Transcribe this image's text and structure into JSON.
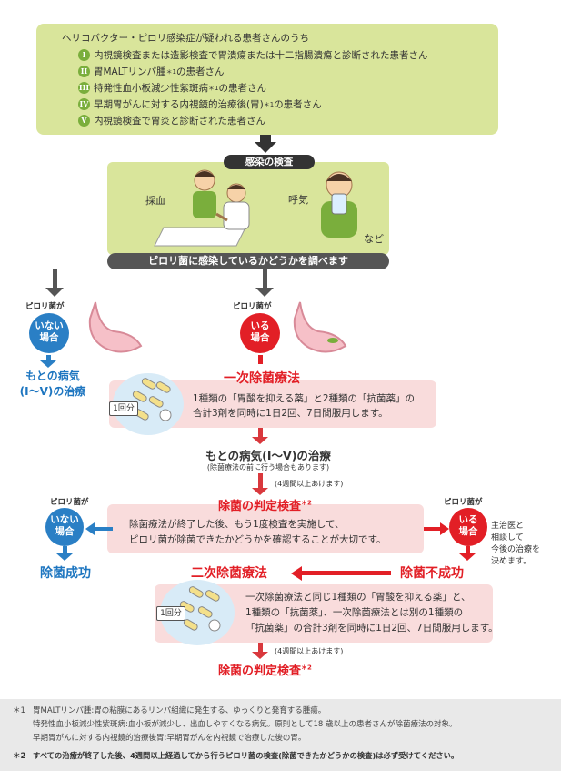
{
  "criteria": {
    "intro": "ヘリコバクター・ピロリ感染症が疑われる患者さんのうち",
    "items": [
      {
        "num": "I",
        "text": "内視鏡検査または造影検査で胃潰瘍または十二指腸潰瘍と診断された患者さん",
        "note": ""
      },
      {
        "num": "II",
        "text": "胃MALTリンパ腫",
        "note": "＊1",
        "suffix": "の患者さん"
      },
      {
        "num": "III",
        "text": "特発性血小板減少性紫斑病",
        "note": "＊1",
        "suffix": "の患者さん"
      },
      {
        "num": "IV",
        "text": "早期胃がんに対する内視鏡的治療後(胃)",
        "note": "＊1",
        "suffix": "の患者さん"
      },
      {
        "num": "V",
        "text": "内視鏡検査で胃炎と診断された患者さん",
        "note": ""
      }
    ]
  },
  "test": {
    "title": "感染の検査",
    "blood": "採血",
    "breath": "呼気",
    "etc": "など",
    "bar": "ピロリ菌に感染しているかどうかを調べます"
  },
  "left_branch": {
    "head": "ピロリ菌が",
    "badge_line1": "いない",
    "badge_line2": "場合",
    "result_line1": "もとの病気",
    "result_line2": "(I〜V)の治療"
  },
  "right_branch": {
    "head": "ピロリ菌が",
    "badge_line1": "いる",
    "badge_line2": "場合"
  },
  "first_therapy": {
    "title": "一次除菌療法",
    "dose_tag": "1回分",
    "line1": "1種類の「胃酸を抑える薬」と2種類の「抗菌薬」の",
    "line2": "合計3剤を同時に1日2回、7日間服用します。"
  },
  "original_treatment": {
    "title": "もとの病気(I〜V)の治療",
    "note": "(除菌療法の前に行う場合もあります)"
  },
  "wait_note_1": "(4週間以上あけます)",
  "judgment_1": {
    "title": "除菌の判定検査",
    "note": "＊2",
    "line1": "除菌療法が終了した後、もう1度検査を実施して、",
    "line2": "ピロリ菌が除菌できたかどうかを確認することが大切です。"
  },
  "judge_left": {
    "head": "ピロリ菌が",
    "badge_line1": "いない",
    "badge_line2": "場合",
    "result": "除菌成功"
  },
  "judge_right": {
    "head": "ピロリ菌が",
    "badge_line1": "いる",
    "badge_line2": "場合",
    "result": "除菌不成功",
    "side_note_1": "主治医と",
    "side_note_2": "相談して",
    "side_note_3": "今後の治療を",
    "side_note_4": "決めます。"
  },
  "second_therapy": {
    "title": "二次除菌療法",
    "dose_tag": "1回分",
    "line1": "一次除菌療法と同じ1種類の「胃酸を抑える薬」と、",
    "line2": "1種類の「抗菌薬」、一次除菌療法とは別の1種類の",
    "line3": "「抗菌薬」の合計3剤を同時に1日2回、7日間服用します。"
  },
  "wait_note_2": "(4週間以上あけます)",
  "judgment_2": {
    "title": "除菌の判定検査",
    "note": "＊2"
  },
  "footer": {
    "fn1_mark": "＊1",
    "fn1_line1": "胃MALTリンパ腫:胃の粘膜にあるリンパ組織に発生する、ゆっくりと発育する腫瘍。",
    "fn1_line2": "特発性血小板減少性紫斑病:血小板が減少し、出血しやすくなる病気。原則として18 歳以上の患者さんが除菌療法の対象。",
    "fn1_line3": "早期胃がんに対する内視鏡的治療後胃:早期胃がんを内視鏡で治療した後の胃。",
    "fn2_mark": "＊2",
    "fn2_text": "すべての治療が終了した後、4週間以上経過してから行うピロリ菌の検査(除菌できたかどうかの検査)は必ず受けてください。"
  },
  "colors": {
    "green_box": "#d9e59b",
    "numeral_green": "#7aae3c",
    "blue": "#1e76c0",
    "red": "#e21f26",
    "pink": "#f9dcdc"
  }
}
